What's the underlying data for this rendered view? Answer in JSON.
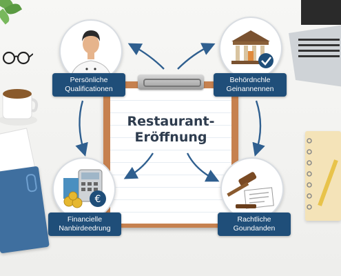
{
  "center": {
    "line1": "Restaurant-",
    "line2": "Eröffnung"
  },
  "nodes": {
    "top_left": {
      "line1": "Persönliche",
      "line2": "Qualificationen",
      "icon": "chef-icon"
    },
    "top_right": {
      "line1": "Behördnchle",
      "line2": "Geinannennen",
      "icon": "government-building-icon"
    },
    "bottom_left": {
      "line1": "Financielle",
      "line2": "Nanbirdeedrung",
      "icon": "finance-calculator-icon"
    },
    "bottom_right": {
      "line1": "Rachtliche",
      "line2": "Goundanden",
      "icon": "gavel-icon"
    }
  },
  "colors": {
    "label_bg": "#1f4e79",
    "arrow": "#2f5f8f",
    "clipboard": "#c6814f"
  }
}
